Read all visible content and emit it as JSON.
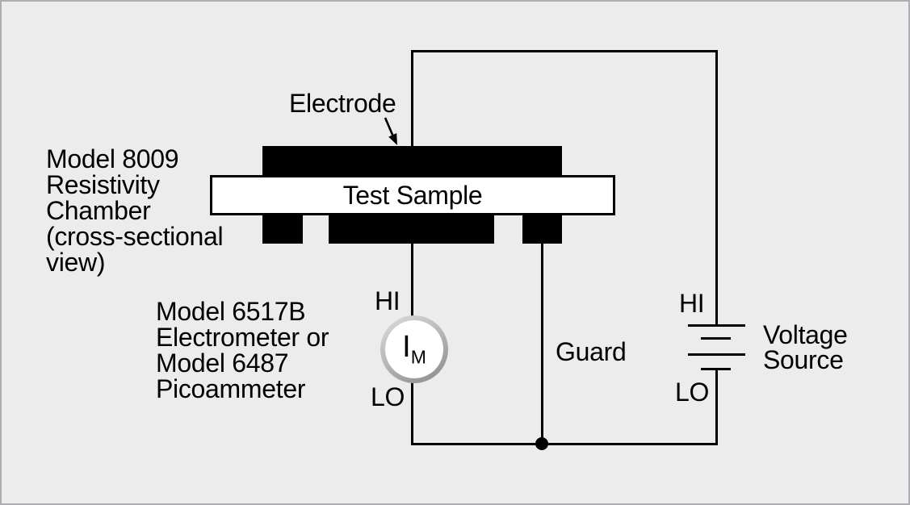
{
  "colors": {
    "background": "#ececec",
    "frame_border": "#aeaeb2",
    "line": "#000000",
    "electrode_fill": "#000000",
    "sample_fill": "#ffffff",
    "meter_ring_light": "#dedede",
    "meter_ring_dark": "#8a8a8a",
    "meter_face": "#ffffff"
  },
  "chamber_label": {
    "lines": [
      "Model 8009",
      "Resistivity",
      "Chamber",
      "(cross-sectional",
      "view)"
    ]
  },
  "instrument_label": {
    "lines": [
      "Model 6517B",
      "Electrometer or",
      "Model 6487",
      "Picoammeter"
    ]
  },
  "electrode_label": "Electrode",
  "test_sample_label": "Test Sample",
  "ammeter": {
    "symbol": "I",
    "symbol_subscript": "M",
    "hi_label": "HI",
    "lo_label": "LO"
  },
  "guard_label": "Guard",
  "voltage_source": {
    "label_lines": [
      "Voltage",
      "Source"
    ],
    "hi_label": "HI",
    "lo_label": "LO"
  }
}
